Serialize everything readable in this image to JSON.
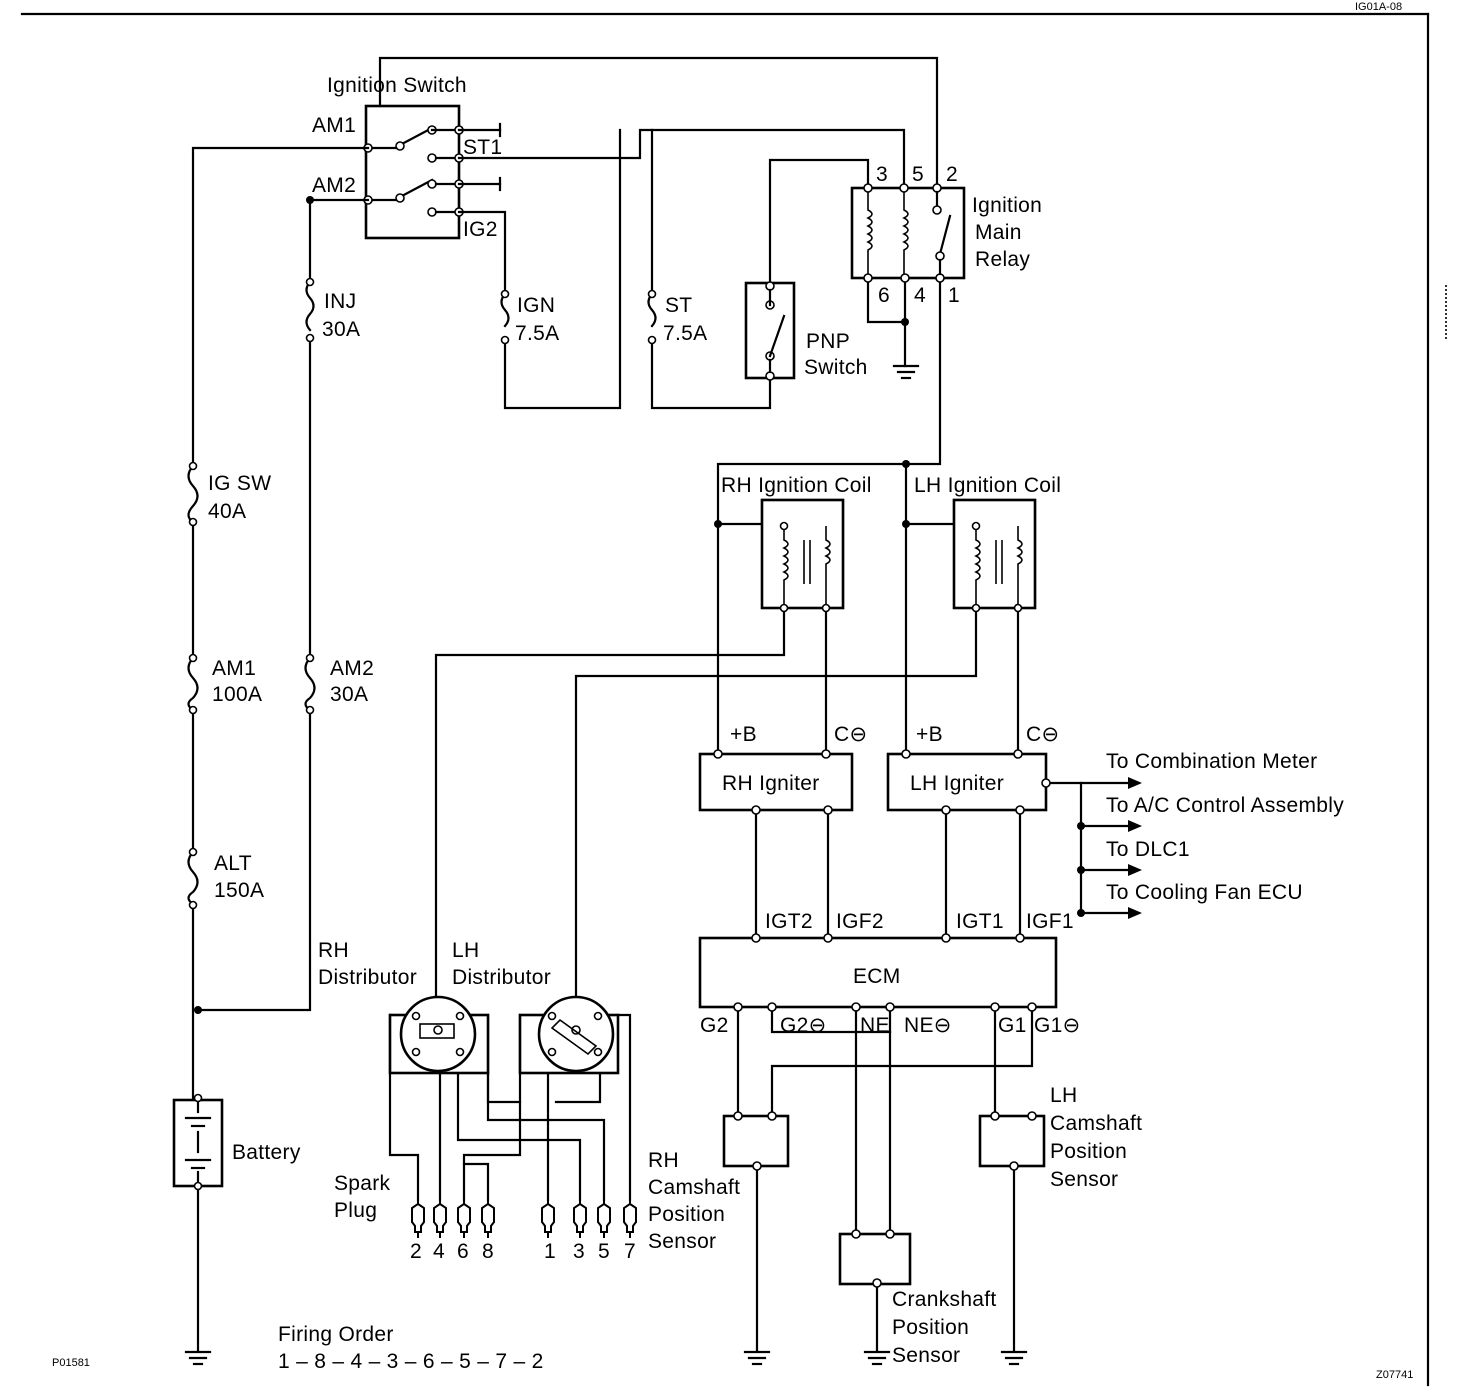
{
  "corner": {
    "top_right_code": "IG01A-08",
    "bottom_left_code": "P01581",
    "bottom_right_code": "Z07741"
  },
  "ignition_switch": {
    "title": "Ignition Switch",
    "am1": "AM1",
    "am2": "AM2",
    "st1": "ST1",
    "ig2": "IG2"
  },
  "fuses": [
    {
      "name": "INJ",
      "rating": "30A"
    },
    {
      "name": "IGN",
      "rating": "7.5A"
    },
    {
      "name": "ST",
      "rating": "7.5A"
    },
    {
      "name": "IG SW",
      "rating": "40A"
    },
    {
      "name": "AM1",
      "rating": "100A"
    },
    {
      "name": "AM2",
      "rating": "30A"
    },
    {
      "name": "ALT",
      "rating": "150A"
    }
  ],
  "pnp_switch": {
    "line1": "PNP",
    "line2": "Switch"
  },
  "main_relay": {
    "line1": "Ignition",
    "line2": "Main",
    "line3": "Relay",
    "pins_top": [
      "3",
      "5",
      "2"
    ],
    "pins_bottom": [
      "6",
      "4",
      "1"
    ]
  },
  "coils": {
    "rh": "RH Ignition Coil",
    "lh": "LH Ignition Coil"
  },
  "igniters": {
    "rh": "RH Igniter",
    "lh": "LH Igniter",
    "plus_b": "+B",
    "c_minus": "C⊖"
  },
  "ecm": {
    "label": "ECM",
    "top_pins": [
      "IGT2",
      "IGF2",
      "IGT1",
      "IGF1"
    ],
    "bottom_pins": [
      "G2",
      "G2⊖",
      "NE",
      "NE⊖",
      "G1",
      "G1⊖"
    ]
  },
  "outputs": [
    "To Combination Meter",
    "To A/C Control Assembly",
    "To DLC1",
    "To Cooling Fan ECU"
  ],
  "distributors": {
    "rh_line1": "RH",
    "rh_line2": "Distributor",
    "lh_line1": "LH",
    "lh_line2": "Distributor"
  },
  "spark": {
    "line1": "Spark",
    "line2": "Plug",
    "left_numbers": [
      "2",
      "4",
      "6",
      "8"
    ],
    "right_numbers": [
      "1",
      "3",
      "5",
      "7"
    ]
  },
  "battery": "Battery",
  "sensors": {
    "rh_cam": [
      "RH",
      "Camshaft",
      "Position",
      "Sensor"
    ],
    "lh_cam": [
      "LH",
      "Camshaft",
      "Position",
      "Sensor"
    ],
    "crank": [
      "Crankshaft",
      "Position",
      "Sensor"
    ]
  },
  "firing_order": {
    "title": "Firing Order",
    "sequence": "1 – 8 – 4 – 3 – 6 – 5 – 7 – 2"
  }
}
